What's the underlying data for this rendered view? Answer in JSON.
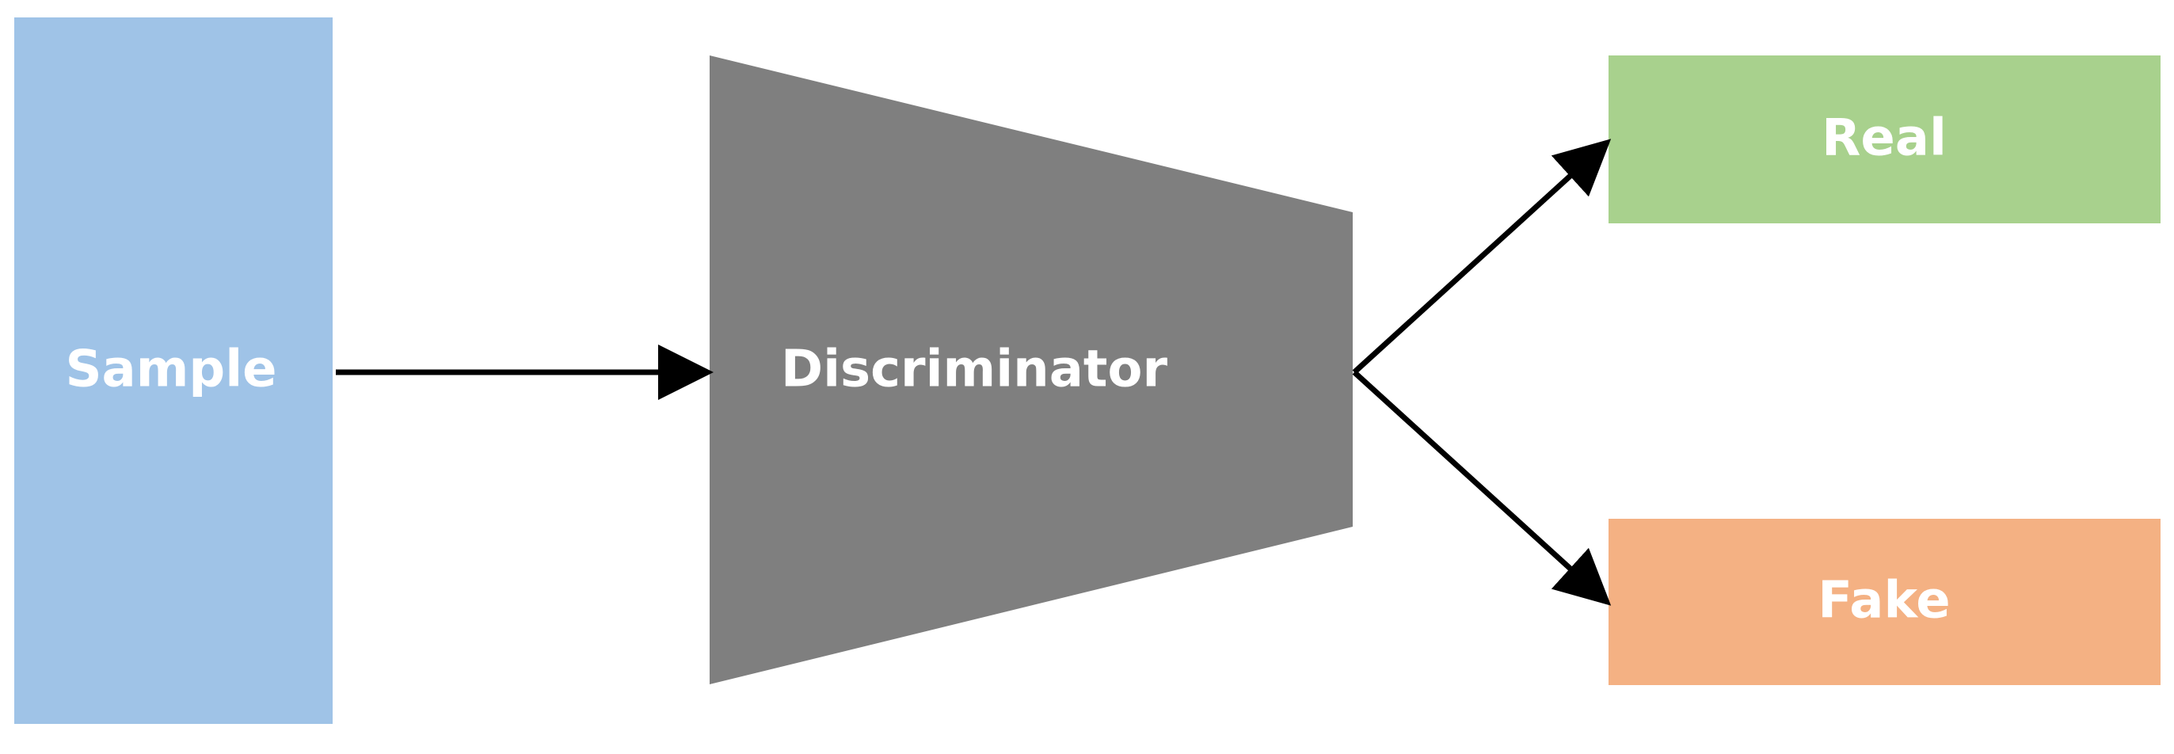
{
  "nodes": {
    "sample": {
      "label": "Sample",
      "color": "#9fc3e7"
    },
    "discriminator": {
      "label": "Discriminator",
      "color": "#7f7f7f"
    },
    "real": {
      "label": "Real",
      "color": "#a8d18d"
    },
    "fake": {
      "label": "Fake",
      "color": "#f4b183"
    }
  },
  "edges": [
    {
      "from": "Sample",
      "to": "Discriminator"
    },
    {
      "from": "Discriminator",
      "to": "Real"
    },
    {
      "from": "Discriminator",
      "to": "Fake"
    }
  ],
  "colors": {
    "arrow": "#000000",
    "label_text": "#ffffff",
    "background": "#ffffff"
  }
}
